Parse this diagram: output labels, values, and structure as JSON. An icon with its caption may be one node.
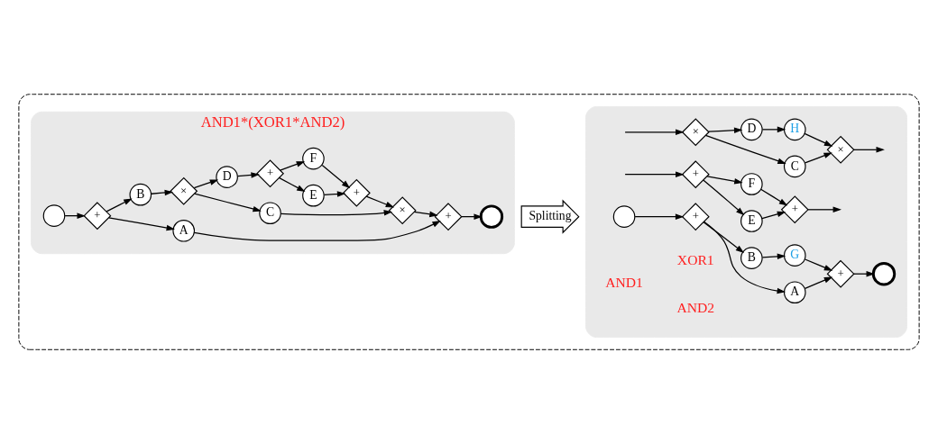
{
  "diagram": {
    "nodes": [
      {
        "text": [],
        "shape": "box"
      },
      {
        "text": [
          "AND1*(XOR1*AND2)"
        ],
        "in": 0
      },
      {
        "text": [],
        "shape": "circle",
        "in": 1
      },
      {
        "text": [
          "+"
        ],
        "in": 1
      },
      {
        "text": [
          "A"
        ],
        "in": 1
      },
      {
        "text": [
          "B"
        ],
        "in": 1
      },
      {
        "text": [
          "×"
        ],
        "in": 1
      },
      {
        "text": [
          "C"
        ],
        "in": 1
      },
      {
        "text": [
          "D"
        ],
        "in": 1
      },
      {
        "text": [
          "+"
        ],
        "in": 1
      },
      {
        "text": [
          "E"
        ],
        "in": 1
      },
      {
        "text": [
          "F"
        ],
        "in": 1
      },
      {
        "text": [
          "+"
        ],
        "in": 1
      },
      {
        "text": [
          "×"
        ],
        "in": 1
      },
      {
        "text": [
          "+"
        ],
        "in": 1
      },
      {
        "text": [],
        "shape": "circle",
        "in": 1
      },
      {
        "text": [
          "Splitting"
        ],
        "in": 0
      },
      {
        "text": [],
        "shape": "box",
        "in": 0
      },
      {
        "text": [],
        "shape": "circle",
        "in": 17
      },
      {
        "text": [
          "+"
        ],
        "in": 17
      },
      {
        "text": [
          "A"
        ],
        "in": 17
      },
      {
        "text": [
          "B"
        ],
        "in": 17
      },
      {
        "text": [
          "G"
        ],
        "in": 17
      },
      {
        "text": [
          "+"
        ],
        "in": 17
      },
      {
        "text": [],
        "shape": "circle",
        "in": 17
      },
      {
        "text": [
          "×"
        ],
        "in": 17
      },
      {
        "text": [
          "C"
        ],
        "in": 17
      },
      {
        "text": [
          "D"
        ],
        "in": 17
      },
      {
        "text": [
          "H"
        ],
        "in": 17
      },
      {
        "text": [
          "×"
        ],
        "in": 17
      },
      {
        "text": [
          "+"
        ],
        "in": 17
      },
      {
        "text": [
          "E"
        ],
        "in": 17
      },
      {
        "text": [
          "F"
        ],
        "in": 17
      },
      {
        "text": [
          "+"
        ],
        "in": 17
      }
    ],
    "edges": [
      {
        "from": 2,
        "to": 3,
        "arrow": "to"
      },
      {
        "from": 3,
        "to": 4,
        "arrow": "to"
      },
      {
        "from": 3,
        "to": 5,
        "arrow": "to"
      },
      {
        "from": 5,
        "to": 6,
        "arrow": "to"
      },
      {
        "from": 6,
        "to": 7,
        "arrow": "to"
      },
      {
        "from": 6,
        "to": 8,
        "arrow": "to"
      },
      {
        "from": 8,
        "to": 9,
        "arrow": "to"
      },
      {
        "from": 9,
        "to": 10,
        "arrow": "to"
      },
      {
        "from": 9,
        "to": 11,
        "arrow": "to"
      },
      {
        "from": 10,
        "to": 12,
        "arrow": "to"
      },
      {
        "from": 11,
        "to": 12,
        "arrow": "to"
      },
      {
        "from": 12,
        "to": 13,
        "arrow": "to"
      },
      {
        "from": 7,
        "to": 13,
        "arrow": "to"
      },
      {
        "from": 13,
        "to": 14,
        "arrow": "to"
      },
      {
        "from": 4,
        "to": 14,
        "arrow": "to"
      },
      {
        "from": 14,
        "to": 15,
        "arrow": "to"
      },
      {
        "from": 18,
        "to": 19,
        "arrow": "to"
      },
      {
        "from": 19,
        "to": 20,
        "arrow": "to"
      },
      {
        "from": 19,
        "to": 21,
        "arrow": "to"
      },
      {
        "from": 21,
        "to": 22,
        "arrow": "to"
      },
      {
        "from": 20,
        "to": 23,
        "arrow": "to"
      },
      {
        "from": 22,
        "to": 23,
        "arrow": "to"
      },
      {
        "from": 23,
        "to": 24,
        "arrow": "to"
      },
      {
        "from": null,
        "to": 25,
        "arrow": "to"
      },
      {
        "from": 25,
        "to": 26,
        "arrow": "to"
      },
      {
        "from": 25,
        "to": 27,
        "arrow": "to"
      },
      {
        "from": 27,
        "to": 28,
        "arrow": "to"
      },
      {
        "from": 26,
        "to": 29,
        "arrow": "to"
      },
      {
        "from": 28,
        "to": 29,
        "arrow": "to"
      },
      {
        "from": 29,
        "to": null,
        "arrow": "to"
      },
      {
        "from": null,
        "to": 30,
        "arrow": "to"
      },
      {
        "from": 30,
        "to": 31,
        "arrow": "to"
      },
      {
        "from": 30,
        "to": 32,
        "arrow": "to"
      },
      {
        "from": 31,
        "to": 33,
        "arrow": "to"
      },
      {
        "from": 32,
        "to": 33,
        "arrow": "to"
      },
      {
        "from": 33,
        "to": null,
        "arrow": "to"
      }
    ],
    "labels": [
      "AND1",
      "XOR1",
      "AND2"
    ]
  }
}
